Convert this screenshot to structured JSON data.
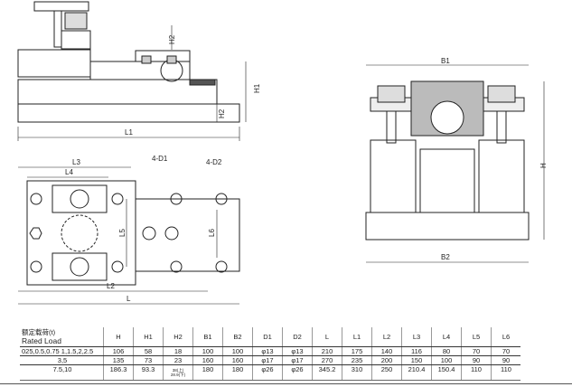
{
  "drawing_labels": {
    "side_view": {
      "h2_top": "H2",
      "h1": "H1",
      "h2": "H2",
      "l1": "L1"
    },
    "plan_view": {
      "l3": "L3",
      "l4": "L4",
      "d1": "4-D1",
      "d2": "4-D2",
      "l5": "L5",
      "l6": "L6",
      "l2": "L2",
      "l": "L"
    },
    "front_view": {
      "b1": "B1",
      "h": "H",
      "b2": "B2"
    }
  },
  "table": {
    "header_cn": "额定载荷(t)",
    "header_en": "Rated Load",
    "columns": [
      "H",
      "H1",
      "H2",
      "B1",
      "B2",
      "D1",
      "D2",
      "L",
      "L1",
      "L2",
      "L3",
      "L4",
      "L5",
      "L6"
    ],
    "rows": [
      {
        "load": "025,0.5,0.75 1,1.5,2,2.5",
        "values": [
          "106",
          "58",
          "18",
          "100",
          "100",
          "φ13",
          "φ13",
          "210",
          "175",
          "140",
          "116",
          "80",
          "70",
          "70"
        ]
      },
      {
        "load": "3,5",
        "values": [
          "135",
          "73",
          "23",
          "160",
          "160",
          "φ17",
          "φ17",
          "270",
          "235",
          "200",
          "150",
          "100",
          "90",
          "90"
        ]
      },
      {
        "load": "7.5,10",
        "values": [
          "186.3",
          "93.3",
          "",
          "180",
          "180",
          "φ26",
          "φ26",
          "345.2",
          "310",
          "250",
          "210.4",
          "150.4",
          "110",
          "110"
        ],
        "h2_upper": "38(上)",
        "h2_lower": "28.9(下)"
      }
    ]
  }
}
